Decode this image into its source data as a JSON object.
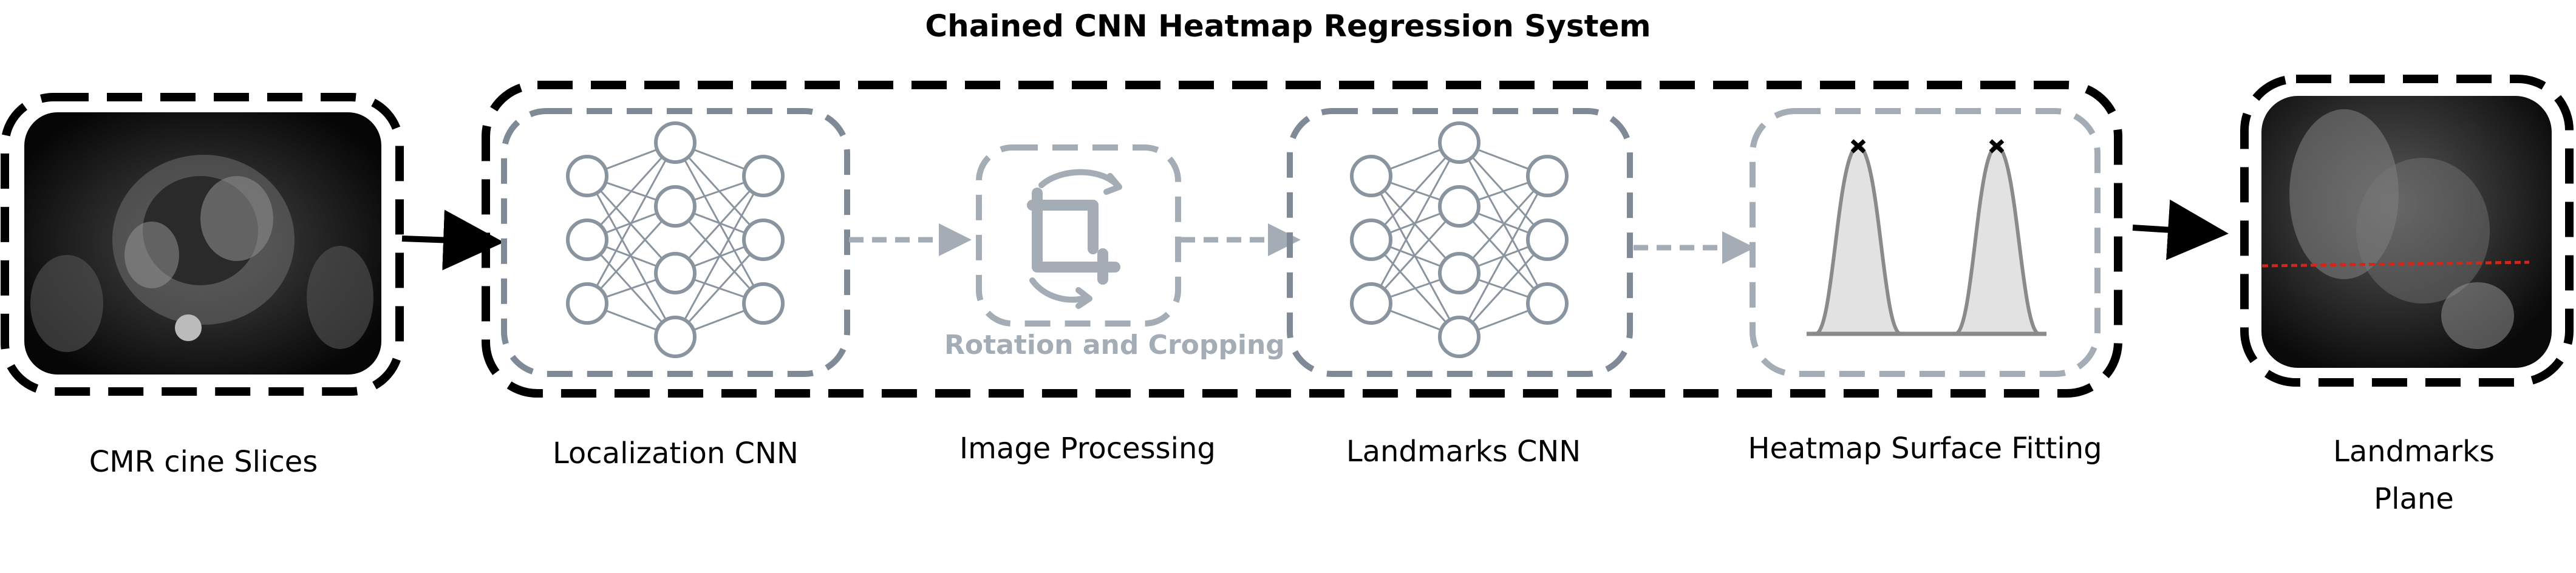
{
  "title": "Chained CNN Heatmap Regression System",
  "stages": {
    "input": "CMR cine Slices",
    "localization": "Localization CNN",
    "image_processing": "Image Processing",
    "rotation_caption": "Rotation and Cropping",
    "landmarks_cnn": "Landmarks CNN",
    "heatmap": "Heatmap Surface Fitting",
    "output": "Landmarks Plane"
  },
  "colors": {
    "outer_border": "#000000",
    "module_border": "#7f8a96",
    "module_border_light": "#a4acb6",
    "network": "#8a949f",
    "landmark_line": "#d0261c"
  },
  "icons": [
    "neural-network-icon",
    "crop-rotate-icon",
    "gaussian-peaks-icon"
  ]
}
